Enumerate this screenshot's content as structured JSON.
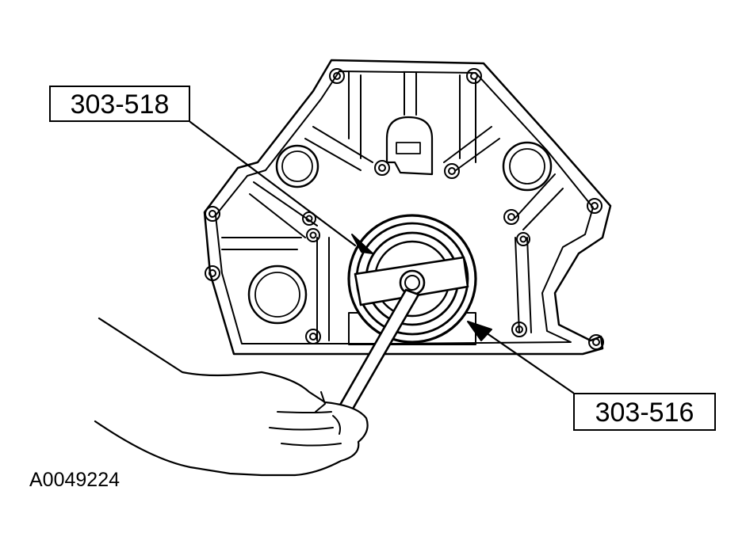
{
  "callouts": {
    "tool_a": "303-518",
    "tool_b": "303-516"
  },
  "figure_id": "A0049224",
  "colors": {
    "ink": "#000000",
    "paper": "#ffffff"
  }
}
